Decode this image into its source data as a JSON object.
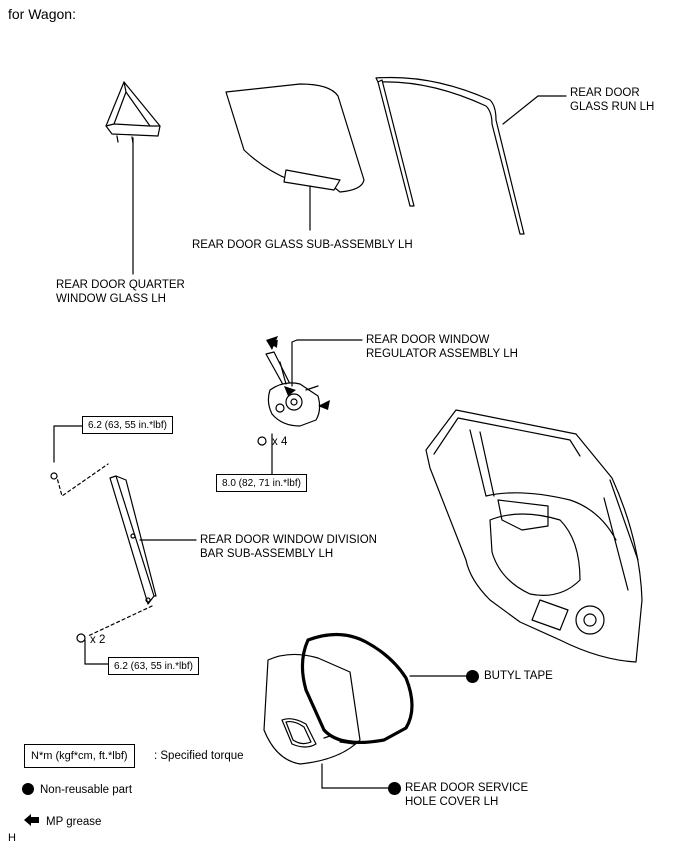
{
  "title": "for Wagon:",
  "labels": {
    "glass_run_line1": "REAR DOOR",
    "glass_run_line2": "GLASS RUN LH",
    "glass_sub_assembly": "REAR DOOR GLASS SUB-ASSEMBLY LH",
    "quarter_line1": "REAR DOOR QUARTER",
    "quarter_line2": "WINDOW GLASS LH",
    "regulator_line1": "REAR DOOR WINDOW",
    "regulator_line2": "REGULATOR ASSEMBLY LH",
    "division_line1": "REAR DOOR WINDOW DIVISION",
    "division_line2": "BAR SUB-ASSEMBLY LH",
    "butyl_tape": "BUTYL TAPE",
    "service_cover_line1": "REAR DOOR SERVICE",
    "service_cover_line2": "HOLE COVER LH"
  },
  "torques": {
    "division_upper": "6.2 (63, 55 in.*lbf)",
    "regulator": "8.0 (82, 71 in.*lbf)",
    "division_lower": "6.2 (63, 55 in.*lbf)"
  },
  "counts": {
    "regulator_bolts": "x 4",
    "division_bolts": "x 2"
  },
  "legend": {
    "torque_box": "N*m (kgf*cm, ft.*lbf)",
    "torque_desc": ": Specified torque",
    "non_reusable": "Non-reusable part",
    "mp_grease": "MP grease"
  },
  "corner_mark": "H",
  "icons": {
    "non_reusable": "filled-circle-icon",
    "grease": "left-arrow-icon"
  }
}
